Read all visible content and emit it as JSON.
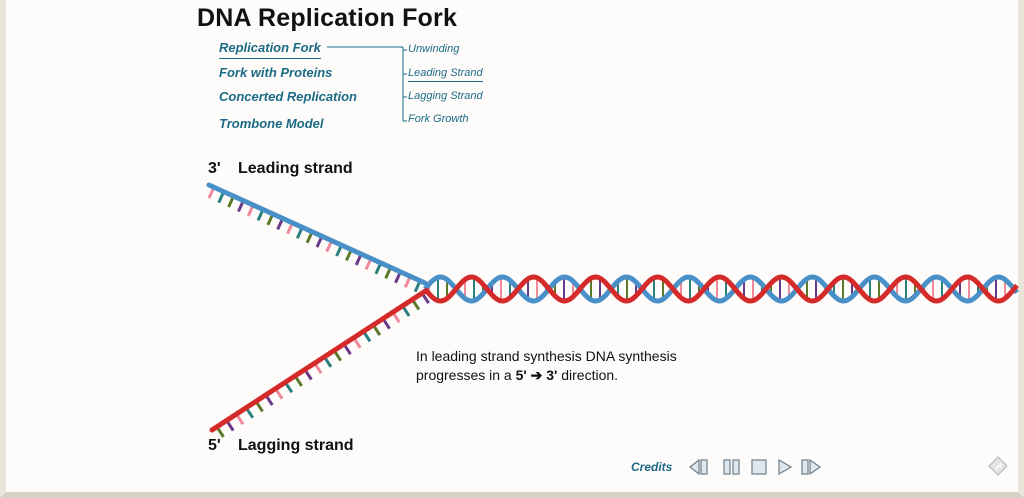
{
  "title": "DNA Replication Fork",
  "menu": [
    {
      "label": "Replication Fork",
      "active": true
    },
    {
      "label": "Fork with Proteins",
      "active": false
    },
    {
      "label": "Concerted Replication",
      "active": false
    },
    {
      "label": "Trombone Model",
      "active": false
    }
  ],
  "submenu": [
    {
      "label": "Unwinding",
      "active": true
    },
    {
      "label": "Leading Strand",
      "active": false
    },
    {
      "label": "Lagging Strand",
      "active": false
    },
    {
      "label": "Fork Growth",
      "active": false
    }
  ],
  "leading": {
    "end": "3'",
    "label": "Leading strand"
  },
  "lagging": {
    "end": "5'",
    "label": "Lagging strand"
  },
  "caption": {
    "line1": "In leading strand synthesis DNA synthesis",
    "line2_pre": "progresses in a ",
    "line2_bold": "5' ➔ 3'",
    "line2_post": " direction."
  },
  "controls": {
    "credits": "Credits",
    "icons": [
      "rewind-icon",
      "pause-icon",
      "stop-icon",
      "play-icon",
      "fast-forward-icon",
      "exit-icon"
    ]
  },
  "colors": {
    "link": "#1c6b86",
    "strand_blue": "#4a90c8",
    "strand_red": "#d42a2a",
    "base_colors": [
      "#f08a9a",
      "#2a7f7f",
      "#5a7a2a",
      "#6a3a8a"
    ]
  }
}
